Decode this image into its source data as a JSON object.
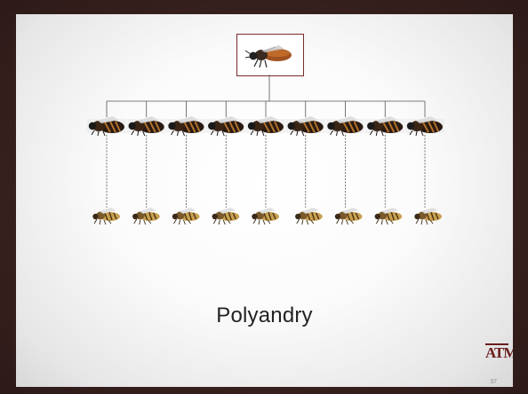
{
  "slide": {
    "title": "Polyandry",
    "slide_number": "37",
    "logo_text": "ATM"
  },
  "diagram": {
    "queen": "queen-bee",
    "drone_count": 9,
    "worker_count": 9
  }
}
